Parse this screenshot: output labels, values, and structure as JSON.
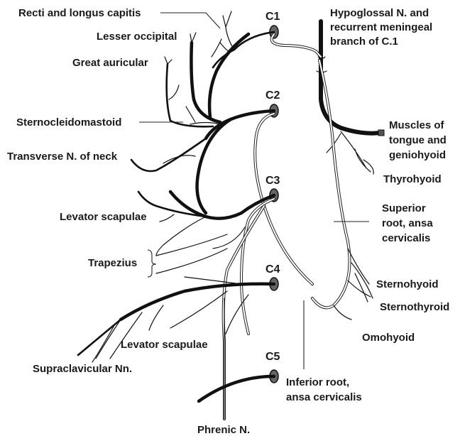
{
  "roots": {
    "c1": "C1",
    "c2": "C2",
    "c3": "C3",
    "c4": "C4",
    "c5": "C5"
  },
  "labels": {
    "recti": "Recti and longus capitis",
    "lesser_occipital": "Lesser occipital",
    "great_auricular": "Great auricular",
    "sternocleidomastoid": "Sternocleidomastoid",
    "transverse_neck": "Transverse N. of neck",
    "levator_scapulae_upper": "Levator scapulae",
    "trapezius": "Trapezius",
    "levator_scapulae_lower": "Levator scapulae",
    "supraclavicular": "Supraclavicular Nn.",
    "phrenic": "Phrenic N.",
    "hypoglossal_line1": "Hypoglossal N. and",
    "hypoglossal_line2": "recurrent meningeal",
    "hypoglossal_line3": "branch of C.1",
    "muscles_line1": "Muscles of",
    "muscles_line2": "tongue and",
    "muscles_line3": "geniohyoid",
    "thyrohyoid": "Thyrohyoid",
    "superior_line1": "Superior",
    "superior_line2": "root, ansa",
    "superior_line3": "cervicalis",
    "sternohyoid": "Sternohyoid",
    "sternothyroid": "Sternothyroid",
    "omohyoid": "Omohyoid",
    "inferior_line1": "Inferior root,",
    "inferior_line2": "ansa cervicalis"
  }
}
